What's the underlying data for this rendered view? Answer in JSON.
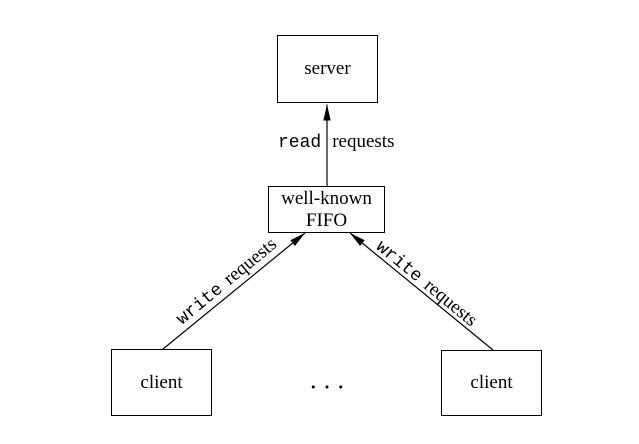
{
  "colors": {
    "line": "#000000",
    "background": "#ffffff",
    "text": "#000000"
  },
  "boxes": {
    "server": {
      "label": "server"
    },
    "fifo": {
      "line1": "well-known",
      "line2": "FIFO"
    },
    "client_left": {
      "label": "client"
    },
    "client_right": {
      "label": "client"
    }
  },
  "arrow_labels": {
    "read": {
      "mono": "read",
      "serif": "requests"
    },
    "write_left": {
      "mono": "write",
      "serif": "requests"
    },
    "write_right": {
      "mono": "write",
      "serif": "requests"
    }
  },
  "ellipsis": "..."
}
